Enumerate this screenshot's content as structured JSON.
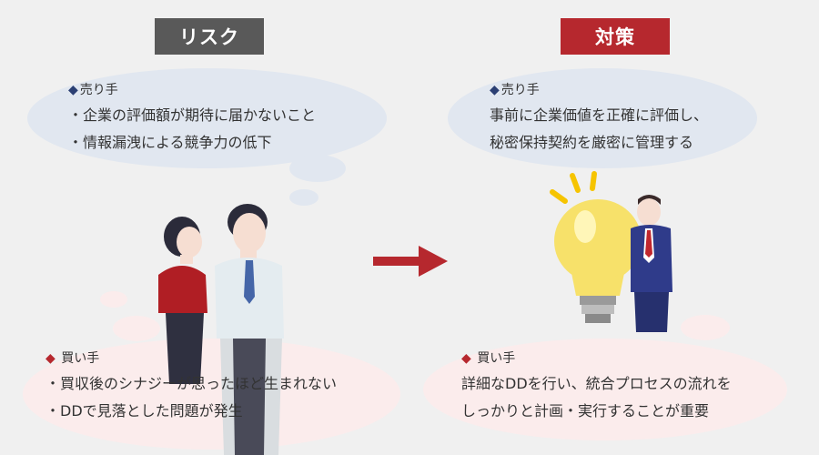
{
  "headers": {
    "risk": "リスク",
    "measure": "対策"
  },
  "risk": {
    "seller": {
      "mark": "◆",
      "heading": "売り手",
      "lines": [
        "・企業の評価額が期待に届かないこと",
        "・情報漏洩による競争力の低下"
      ]
    },
    "buyer": {
      "mark": "◆",
      "heading": "買い手",
      "lines": [
        "・買収後のシナジーが思ったほど生まれない",
        "・DDで見落とした問題が発生"
      ]
    }
  },
  "measure": {
    "seller": {
      "mark": "◆",
      "heading": "売り手",
      "lines": [
        "事前に企業価値を正確に評価し、",
        "秘密保持契約を厳密に管理する"
      ]
    },
    "buyer": {
      "mark": "◆",
      "heading": "買い手",
      "lines": [
        "詳細なDDを行い、統合プロセスの流れを",
        "しっかりと計画・実行することが重要"
      ]
    }
  },
  "colors": {
    "risk_header": "#595959",
    "measure_header": "#b6282e",
    "seller_bubble": "#e1e7f0",
    "buyer_bubble": "#fbecec",
    "arrow": "#b6282e",
    "seller_mark": "#2b3f73",
    "buyer_mark": "#b6282e"
  }
}
